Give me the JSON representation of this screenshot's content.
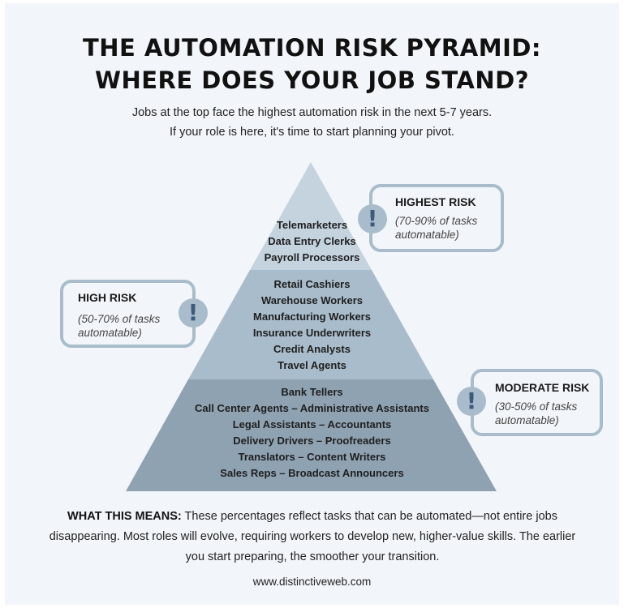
{
  "title": {
    "line1": "THE AUTOMATION RISK PYRAMID:",
    "line2": "WHERE DOES YOUR JOB STAND?"
  },
  "subtitle": {
    "line1": "Jobs at the top face the highest automation risk in the next 5-7 years.",
    "line2": "If your role is here, it's time to start planning your pivot."
  },
  "tiers": [
    {
      "jobs": [
        "Telemarketers",
        "Data Entry Clerks",
        "Payroll Processors"
      ],
      "color": "#c5d3df"
    },
    {
      "jobs": [
        "Retail Cashiers",
        "Warehouse Workers",
        "Manufacturing Workers",
        "Insurance Underwriters",
        "Credit Analysts",
        "Travel Agents"
      ],
      "color": "#a9bccb"
    },
    {
      "jobs": [
        "Bank Tellers",
        "Call Center Agents – Administrative Assistants",
        "Legal Assistants – Accountants",
        "Delivery Drivers – Proofreaders",
        "Translators –  Content Writers",
        "Sales Reps – Broadcast Announcers"
      ],
      "color": "#8fa2b2"
    }
  ],
  "callouts": {
    "highest": {
      "heading": "HIGHEST RISK",
      "desc1": "(70-90% of tasks",
      "desc2": "automatable)",
      "icon": "!"
    },
    "high": {
      "heading": "HIGH RISK",
      "desc1": "(50-70% of tasks",
      "desc2": "automatable)",
      "icon": "!"
    },
    "moderate": {
      "heading": "MODERATE RISK",
      "desc1": "(30-50% of tasks",
      "desc2": "automatable)",
      "icon": "!"
    }
  },
  "bottom": {
    "label": "WHAT THIS MEANS:",
    "text": " These percentages reflect tasks that can be automated—not entire jobs disappearing. Most roles will evolve, requiring workers to develop new, higher-value skills. The earlier you start preparing, the smoother your transition."
  },
  "url": "www.distinctiveweb.com"
}
